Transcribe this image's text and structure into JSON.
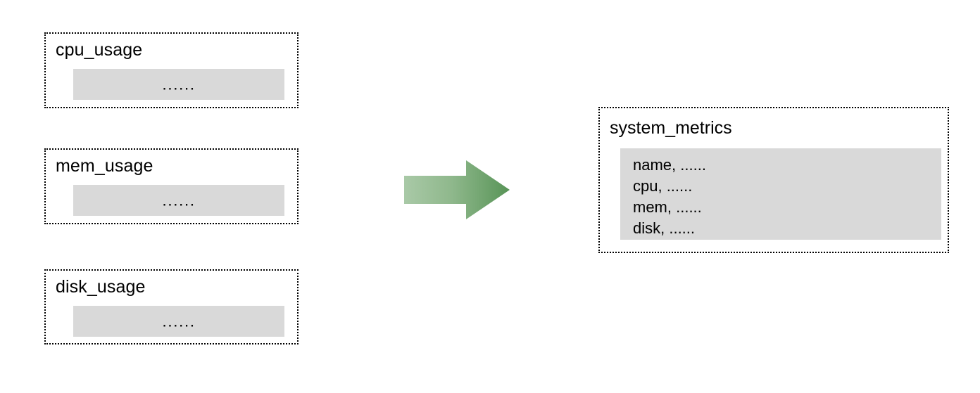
{
  "diagram": {
    "type": "data-flow",
    "sources": [
      {
        "title": "cpu_usage",
        "body_text": "......"
      },
      {
        "title": "mem_usage",
        "body_text": "......"
      },
      {
        "title": "disk_usage",
        "body_text": "......"
      }
    ],
    "arrow": {
      "icon": "right-arrow-icon",
      "direction": "right",
      "gradient_start": "#a6c7a4",
      "gradient_end": "#589457"
    },
    "target": {
      "title": "system_metrics",
      "fields": [
        "name, ......",
        "cpu, ......",
        "mem, ......",
        "disk, ......"
      ]
    },
    "colors": {
      "panel_fill": "#d9d9d9",
      "border": "#000000",
      "background": "#ffffff"
    }
  }
}
